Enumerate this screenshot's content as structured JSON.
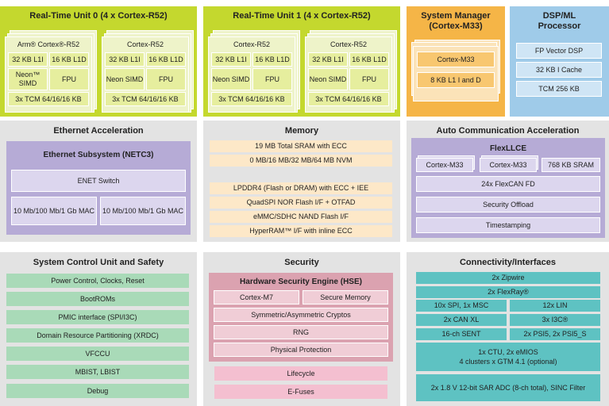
{
  "rtu0": {
    "title": "Real-Time Unit 0 (4 x Cortex-R52)",
    "core_a": {
      "name": "Arm® Cortex®-R52",
      "l1i": "32 KB L1I",
      "l1d": "16 KB L1D",
      "neon": "Neon™ SIMD",
      "fpu": "FPU",
      "tcm": "3x TCM 64/16/16 KB"
    },
    "core_b": {
      "name": "Cortex-R52",
      "l1i": "32 KB L1I",
      "l1d": "16 KB L1D",
      "neon": "Neon SIMD",
      "fpu": "FPU",
      "tcm": "3x TCM 64/16/16 KB"
    }
  },
  "rtu1": {
    "title": "Real-Time Unit 1 (4 x Cortex-R52)",
    "core_a": {
      "name": "Cortex-R52",
      "l1i": "32 KB L1I",
      "l1d": "16 KB L1D",
      "neon": "Neon SIMD",
      "fpu": "FPU",
      "tcm": "3x TCM 64/16/16 KB"
    },
    "core_b": {
      "name": "Cortex-R52",
      "l1i": "32 KB L1I",
      "l1d": "16 KB L1D",
      "neon": "Neon SIMD",
      "fpu": "FPU",
      "tcm": "3x TCM 64/16/16 KB"
    }
  },
  "sysmgr": {
    "title_line1": "System Manager",
    "title_line2": "(Cortex-M33)",
    "core": "Cortex-M33",
    "cache": "8 KB L1 I and D"
  },
  "dsp": {
    "title_line1": "DSP/ML",
    "title_line2": "Processor",
    "items": [
      "FP Vector DSP",
      "32 KB I Cache",
      "TCM 256 KB"
    ]
  },
  "ethernet": {
    "title": "Ethernet Acceleration",
    "subsystem": "Ethernet Subsystem (NETC3)",
    "switch": "ENET Switch",
    "mac1": "10 Mb/100 Mb/1 Gb MAC",
    "mac2": "10 Mb/100 Mb/1 Gb MAC"
  },
  "memory": {
    "title": "Memory",
    "items": [
      "19 MB Total SRAM with ECC",
      "0 MB/16 MB/32 MB/64 MB NVM"
    ],
    "items2": [
      "LPDDR4 (Flash or DRAM) with ECC + IEE",
      "QuadSPI NOR Flash I/F + OTFAD",
      "eMMC/SDHC NAND Flash I/F",
      "HyperRAM™ I/F with inline ECC"
    ]
  },
  "autocomm": {
    "title": "Auto Communication Acceleration",
    "flexllce": "FlexLLCE",
    "m33a": "Cortex-M33",
    "m33b": "Cortex-M33",
    "sram": "768 KB SRAM",
    "items": [
      "24x FlexCAN FD",
      "Security Offload",
      "Timestamping"
    ]
  },
  "scu": {
    "title": "System Control Unit and Safety",
    "items": [
      "Power Control, Clocks, Reset",
      "BootROMs",
      "PMIC interface (SPI/I3C)",
      "Domain Resource Partitioning (XRDC)",
      "VFCCU",
      "MBIST, LBIST",
      "Debug"
    ]
  },
  "security": {
    "title": "Security",
    "hse": "Hardware Security Engine (HSE)",
    "m7": "Cortex-M7",
    "secmem": "Secure Memory",
    "items": [
      "Symmetric/Asymmetric Cryptos",
      "RNG",
      "Physical Protection"
    ],
    "lifecycle": "Lifecycle",
    "efuses": "E-Fuses"
  },
  "connectivity": {
    "title": "Connectivity/Interfaces",
    "zipwire": "2x Zipwire",
    "flexray": "2x FlexRay®",
    "spi": "10x SPI, 1x MSC",
    "lin": "12x LIN",
    "canxl": "2x CAN XL",
    "i3c": "3x I3C®",
    "sent": "16-ch SENT",
    "psi5": "2x PSI5, 2x PSI5_S",
    "ctu_line1": "1x CTU, 2x eMIOS",
    "ctu_line2": "4 clusters x GTM 4.1 (optional)",
    "adc": "2x 1.8 V 12-bit SAR ADC (8-ch total), SINC Filter"
  }
}
